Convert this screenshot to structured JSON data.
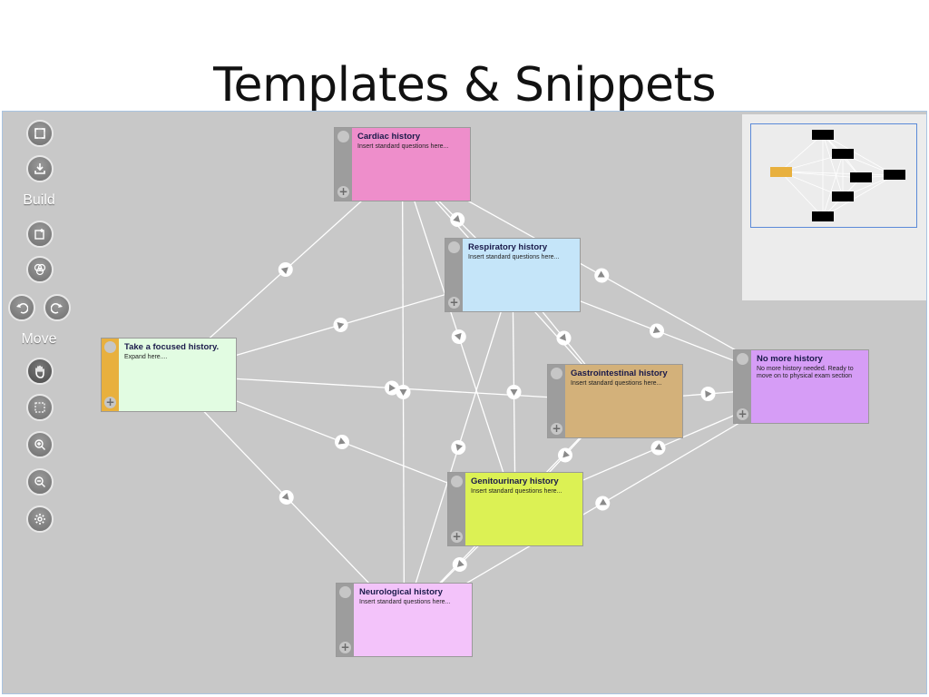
{
  "slide": {
    "title": "Templates & Snippets"
  },
  "toolbar": {
    "build_label": "Build",
    "move_label": "Move",
    "buttons": [
      {
        "name": "fullscreen-icon"
      },
      {
        "name": "download-icon"
      },
      {
        "name": "new-node-icon"
      },
      {
        "name": "merge-icon"
      },
      {
        "name": "undo-icon"
      },
      {
        "name": "redo-icon"
      },
      {
        "name": "hand-icon"
      },
      {
        "name": "select-icon"
      },
      {
        "name": "zoom-in-icon"
      },
      {
        "name": "zoom-out-icon"
      },
      {
        "name": "gear-icon"
      }
    ]
  },
  "colors": {
    "canvas": "#c8c8c8",
    "edge": "#ffffff",
    "node_handle": "#9d9d9d",
    "focused_handle": "#e8b03e",
    "viewport_border": "#5b8ad8"
  },
  "nodes": [
    {
      "id": "cardiac",
      "title": "Cardiac history",
      "desc": "Insert standard questions here...",
      "color": "#ee8ecb"
    },
    {
      "id": "respiratory",
      "title": "Respiratory history",
      "desc": "Insert standard questions here...",
      "color": "#c5e5f9"
    },
    {
      "id": "focused",
      "title": "Take a focused history.",
      "desc": "Expand here....",
      "color": "#e2fce2",
      "handle_color": "#e8b03e"
    },
    {
      "id": "gastro",
      "title": "Gastrointestinal history",
      "desc": "Insert standard questions here...",
      "color": "#d3b17a"
    },
    {
      "id": "nomore",
      "title": "No more history",
      "desc": "No more history needed. Ready to move on to physical exam section",
      "color": "#d69df6"
    },
    {
      "id": "genito",
      "title": "Genitourinary history",
      "desc": "Insert standard questions here...",
      "color": "#dcf154"
    },
    {
      "id": "neuro",
      "title": "Neurological history",
      "desc": "Insert standard questions here...",
      "color": "#f3c3fa"
    }
  ],
  "overview": {
    "nodes": [
      {
        "id": "focused",
        "color": "#e8b03e"
      },
      {
        "id": "cardiac",
        "color": "#000000"
      },
      {
        "id": "respiratory",
        "color": "#000000"
      },
      {
        "id": "gastro",
        "color": "#000000"
      },
      {
        "id": "nomore",
        "color": "#000000"
      },
      {
        "id": "genito",
        "color": "#000000"
      },
      {
        "id": "neuro",
        "color": "#000000"
      }
    ]
  }
}
